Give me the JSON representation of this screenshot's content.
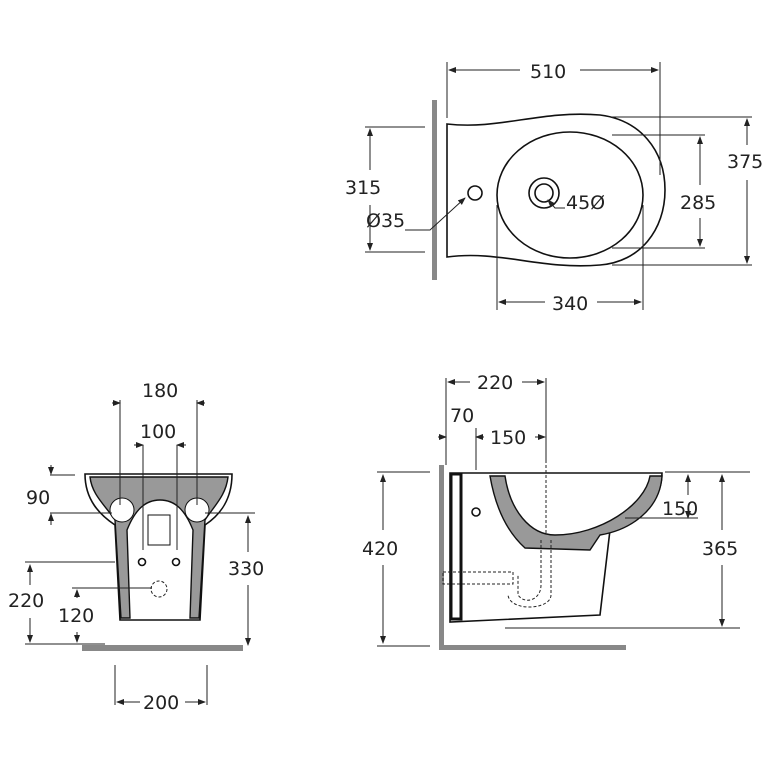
{
  "top_view": {
    "width": "510",
    "depth": "375",
    "bowl_depth": "285",
    "wall_fixing_span": "315",
    "bowl_length": "340",
    "tap_hole": "Ø35",
    "drain": "45Ø"
  },
  "front_view": {
    "fixing_outer": "180",
    "fixing_inner": "100",
    "fixing_height": "90",
    "overall_height": "330",
    "supply_height": "220",
    "waste_height": "120",
    "floor_span": "200"
  },
  "side_view": {
    "drain_offset": "220",
    "wall_gap": "70",
    "supply_offset": "150",
    "rim_height": "420",
    "bowl_depth": "150",
    "body_height": "365"
  }
}
